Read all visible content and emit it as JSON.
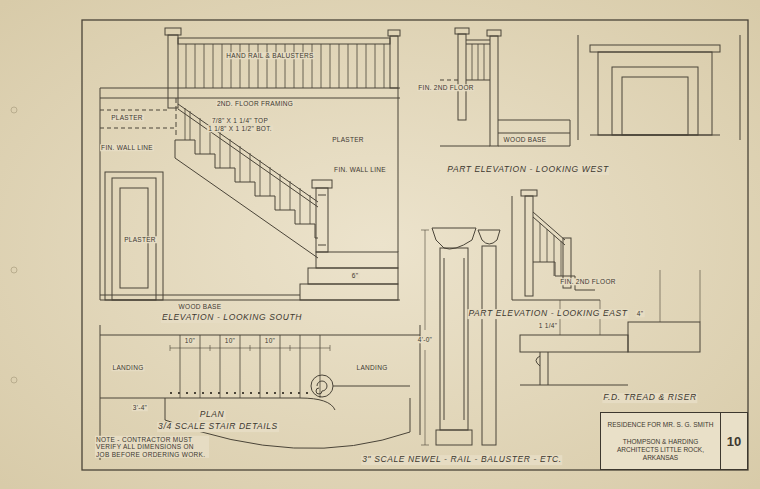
{
  "diagram": {
    "nodes": [
      {
        "text": [
          "RESIDENCE FOR MR. S. G. SMITH",
          "THOMPSON & HARDING ARCHITECTS LITTLE ROCK, ARKANSAS",
          "10"
        ]
      }
    ],
    "labels": [
      "HAND RAIL & BALUSTERS",
      "2ND. FLOOR FRAMING",
      "PLASTER",
      "FIN. WALL LINE",
      "PLASTER",
      "FIN. WALL LINE",
      "7/8\" X 1 1/4\" TOP",
      "1 1/8\" X 1 1/2\" BOT.",
      "PLASTER",
      "6\"",
      "WOOD BASE",
      "ELEVATION - LOOKING SOUTH",
      "LANDING",
      "LANDING",
      "10\"",
      "10\"",
      "10\"",
      "3'-4\"",
      "PLAN",
      "3/4 SCALE STAIR DETAILS",
      "NOTE - CONTRACTOR MUST VERIFY ALL DIMENSIONS ON JOB BEFORE ORDERING WORK.",
      "FIN. 2ND FLOOR",
      "WOOD BASE",
      "PART ELEVATION - LOOKING WEST",
      "PART ELEVATION - LOOKING EAST",
      "FIN. 2ND FLOOR",
      "3\" SCALE NEWEL - RAIL - BALUSTER - ETC.",
      "F.D. TREAD & RISER",
      "4'-0\"",
      "1 1/4\"",
      "4\""
    ]
  }
}
